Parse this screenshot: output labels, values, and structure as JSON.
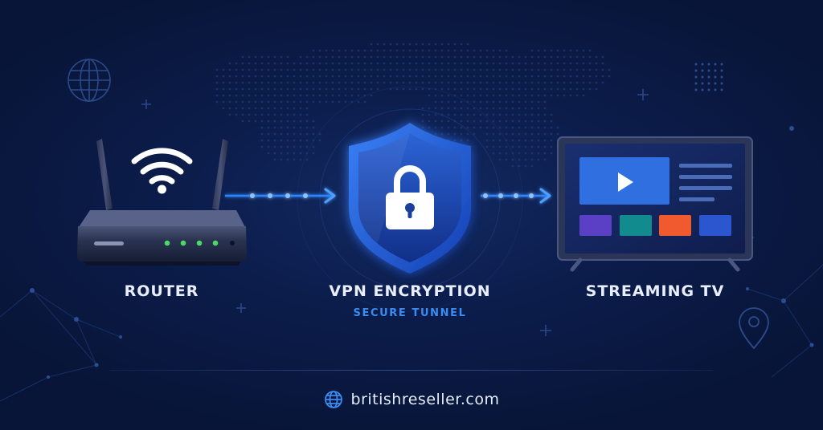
{
  "labels": {
    "router": "ROUTER",
    "vpn": "VPN ENCRYPTION",
    "vpn_sub": "SECURE TUNNEL",
    "tv": "STREAMING TV"
  },
  "footer": {
    "site": "britishreseller.com",
    "icon": "globe-icon"
  },
  "icons": {
    "router": "router-icon",
    "wifi": "wifi-icon",
    "shield": "shield-icon",
    "lock": "padlock-icon",
    "tv": "tv-icon",
    "play": "play-icon",
    "map_pin": "map-pin-icon",
    "globe_deco": "globe-icon"
  },
  "colors": {
    "background": "#0a1840",
    "accent_blue": "#2f86ff",
    "router_led": "#4cd964",
    "shield_blue": "#1f5fd9",
    "tile_purple": "#5b3fc4",
    "tile_teal": "#128b8f",
    "tile_orange": "#f05a2e",
    "tile_blue": "#2a56cf"
  }
}
